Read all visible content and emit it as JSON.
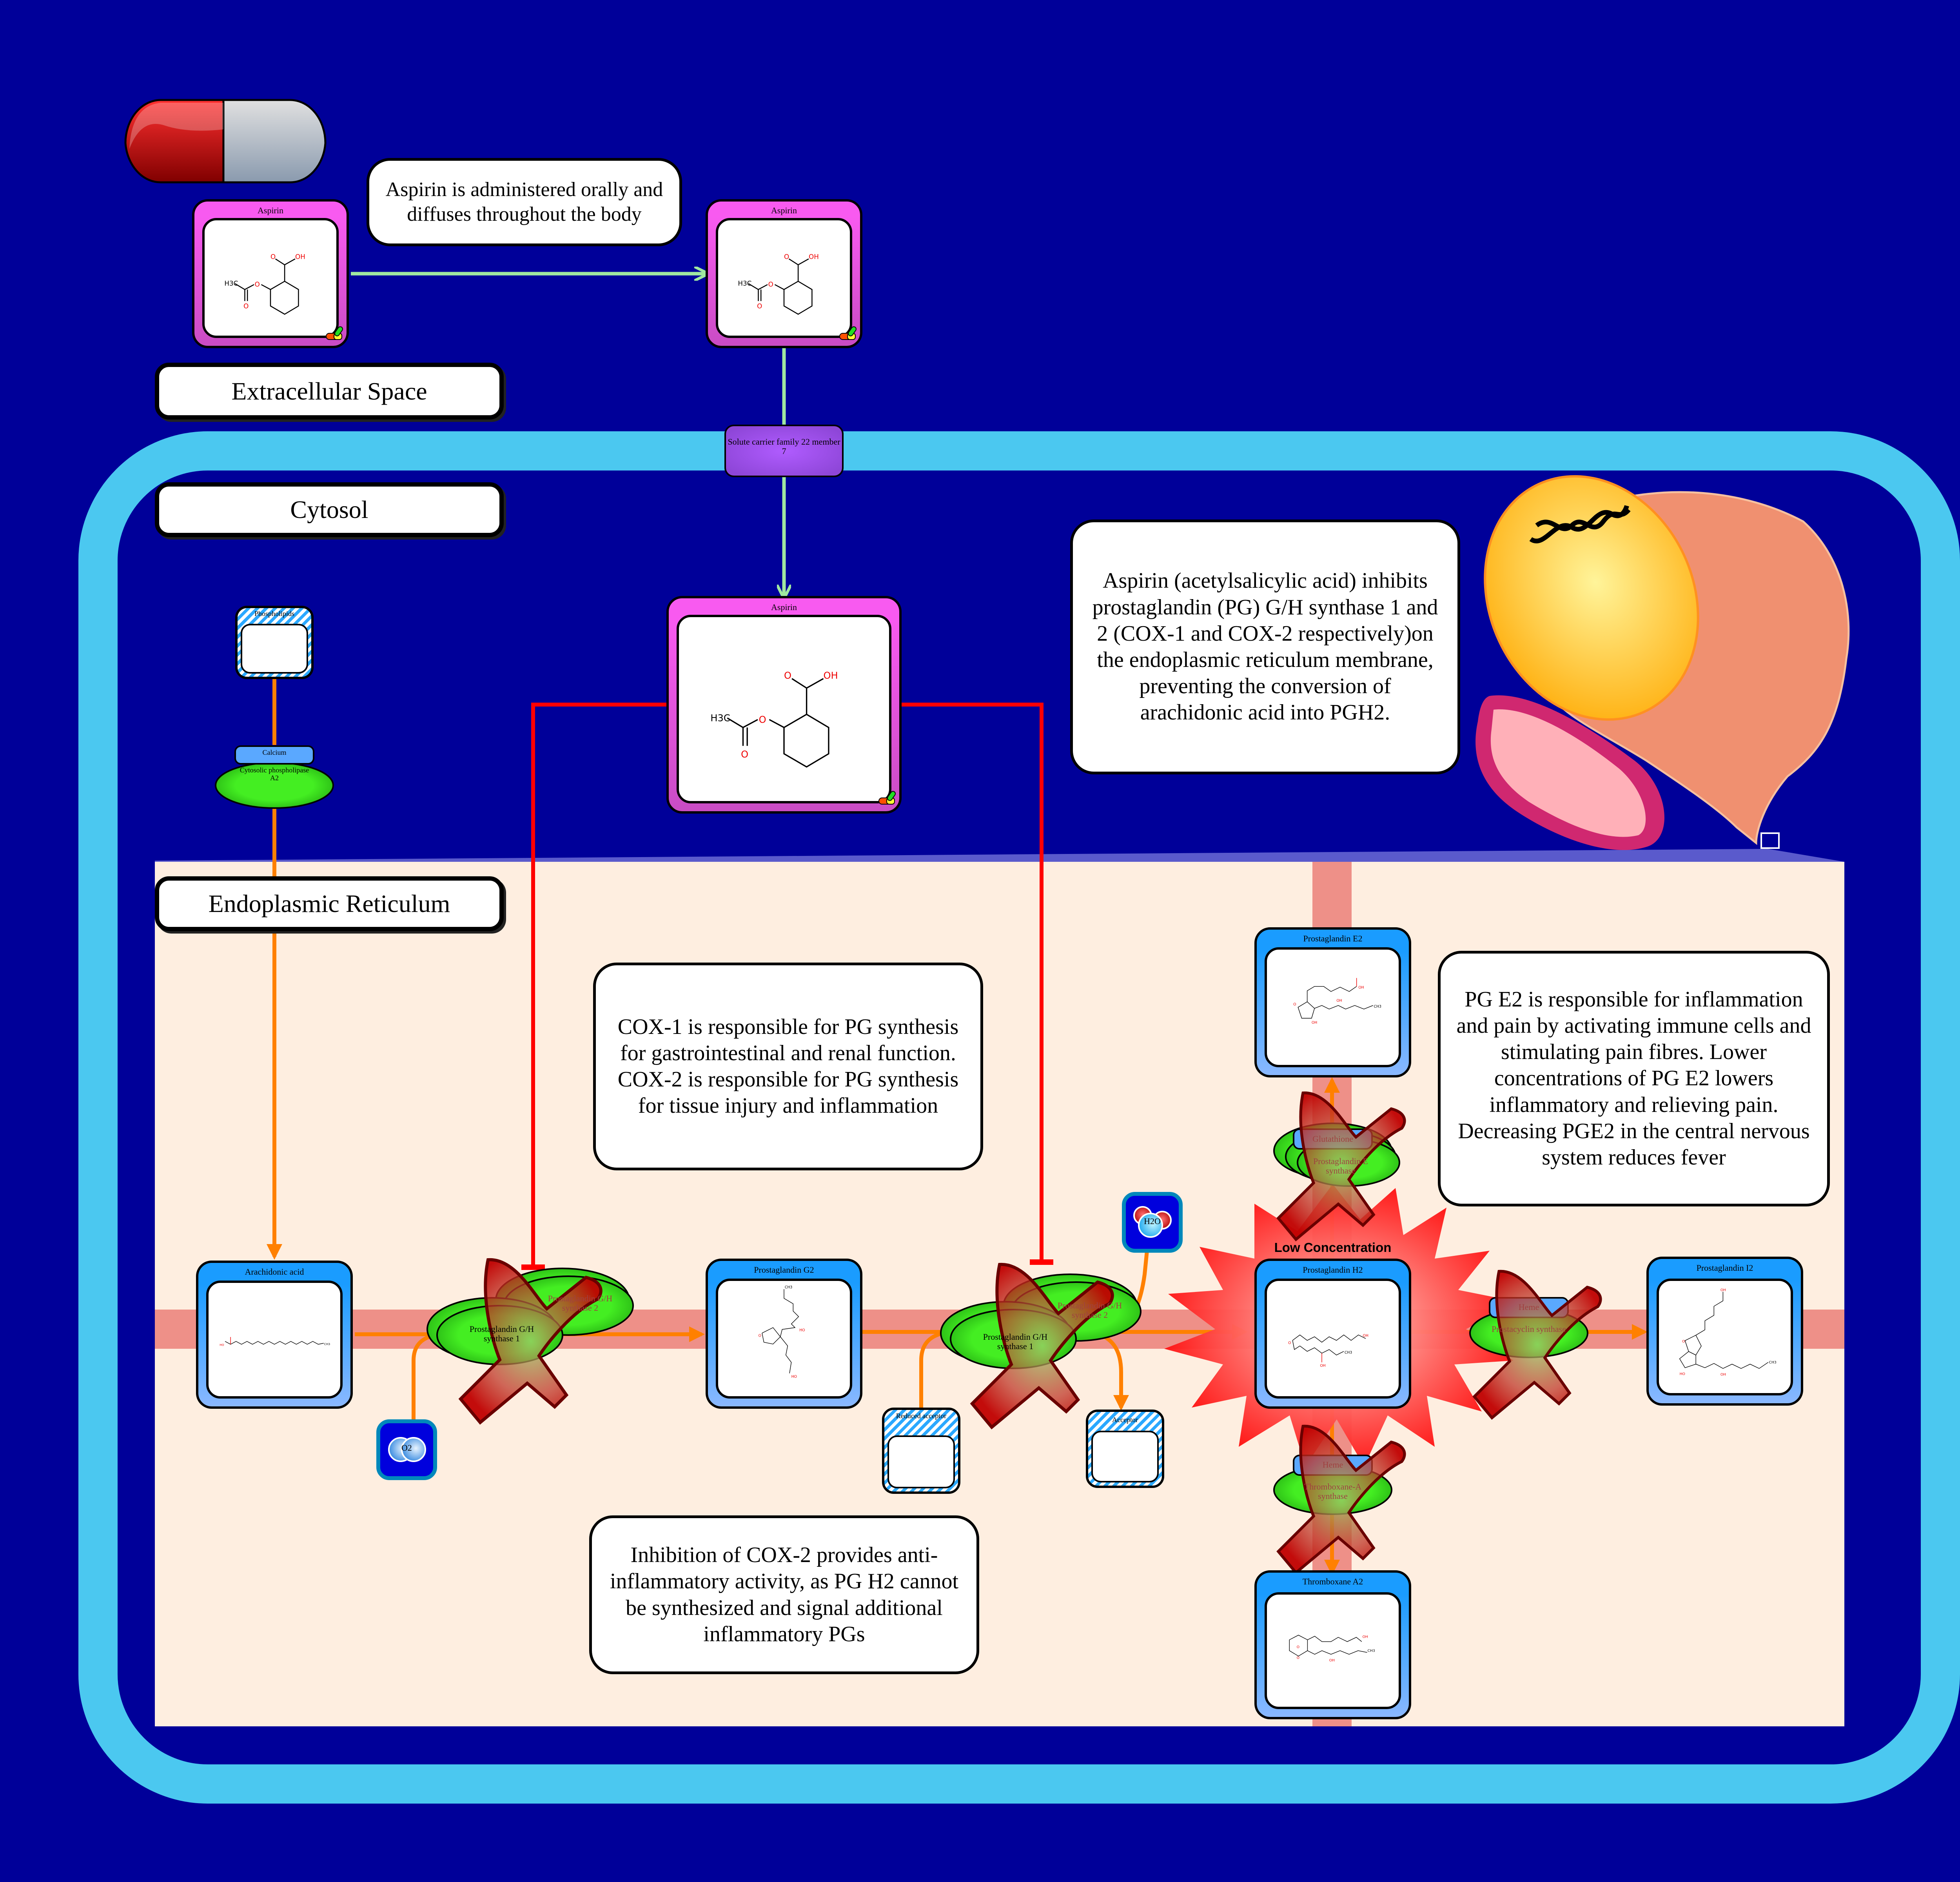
{
  "compartments": {
    "extracellular": "Extracellular Space",
    "cytosol": "Cytosol",
    "er": "Endoplasmic Reticulum"
  },
  "notes": {
    "administered": "Aspirin is administered orally and diffuses throughout the body",
    "inhibits": "Aspirin (acetylsalicylic acid) inhibits prostaglandin (PG) G/H synthase 1 and 2 (COX-1 and COX-2 respectively)on the endoplasmic reticulum membrane, preventing the conversion of arachidonic acid into PGH2.",
    "cox_roles": "COX-1 is responsible for PG synthesis for gastrointestinal and renal function. COX-2 is responsible for PG synthesis for tissue injury and inflammation",
    "pge2": "PG E2 is responsible for inflammation and pain by activating immune cells and stimulating pain fibres. Lower concentrations of PG E2 lowers inflammatory and relieving pain. Decreasing PGE2 in the central nervous system reduces fever",
    "cox2_inhibition": "Inhibition of COX-2 provides anti-inflammatory activity, as PG H2 cannot be synthesized and signal additional inflammatory PGs"
  },
  "metabolites": {
    "aspirin_1": "Aspirin",
    "aspirin_2": "Aspirin",
    "aspirin_3": "Aspirin",
    "phospholipids": "Phospholipids",
    "arachidonic_acid": "Arachidonic acid",
    "pgg2": "Prostaglandin G2",
    "pgh2": "Prostaglandin H2",
    "pge2": "Prostaglandin E2",
    "pgi2": "Prostaglandin I2",
    "txa2": "Thromboxane A2",
    "reduced_acceptor": "Reduced acceptor",
    "acceptor": "Acceptor",
    "o2": "O2",
    "h2o": "H2O"
  },
  "proteins": {
    "transporter": "Solute carrier family 22 member 7",
    "cpla2": "Cytosolic phospholipase A2",
    "calcium": "Calcium",
    "cox1": "Prostaglandin G/H synthase 1",
    "cox2": "Prostaglandin G/H synthase 2",
    "cox1_b": "Prostaglandin G/H synthase 1",
    "cox2_b": "Prostaglandin G/H synthase 2",
    "pges": "Prostaglandin E synthase",
    "glutathione": "Glutathione",
    "pgis": "Prostacyclin synthase",
    "heme_1": "Heme",
    "txas": "Thromboxane-A synthase",
    "heme_2": "Heme"
  },
  "burst": {
    "label": "Low Concentration"
  },
  "chem_labels": {
    "oh": "OH",
    "o": "O",
    "h3c": "H3C",
    "ch3": "CH3",
    "ho": "HO"
  },
  "colors": {
    "background": "#000099",
    "membrane": "#4bc8f0",
    "er_fill": "#feeee0",
    "flow_orange": "#ff8000",
    "inhibition_red": "#ff0000",
    "transport_green": "#a0e8a0",
    "enzyme_green": "#44ee22",
    "metabolite_blue": "#1a9cff",
    "drug_pink": "#f85af0",
    "cross_red": "#c00000"
  }
}
